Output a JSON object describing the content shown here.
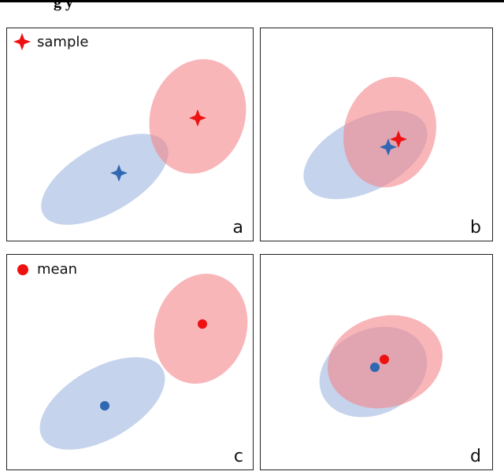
{
  "header": {
    "clipped_text": "g                  y"
  },
  "colors": {
    "red_fill": "#f4858a",
    "blue_fill": "#9fb6df",
    "red_marker": "#ee1111",
    "blue_marker": "#2e67b2",
    "border": "#222222"
  },
  "legend_sample": {
    "label": "sample",
    "icon": "four-point-star-icon"
  },
  "legend_mean": {
    "label": "mean",
    "icon": "dot-icon"
  },
  "panels": [
    {
      "letter": "a",
      "marker": "star",
      "distributions": "separated"
    },
    {
      "letter": "b",
      "marker": "star",
      "distributions": "overlapping"
    },
    {
      "letter": "c",
      "marker": "dot",
      "distributions": "separated"
    },
    {
      "letter": "d",
      "marker": "dot",
      "distributions": "nearly coincident"
    }
  ]
}
